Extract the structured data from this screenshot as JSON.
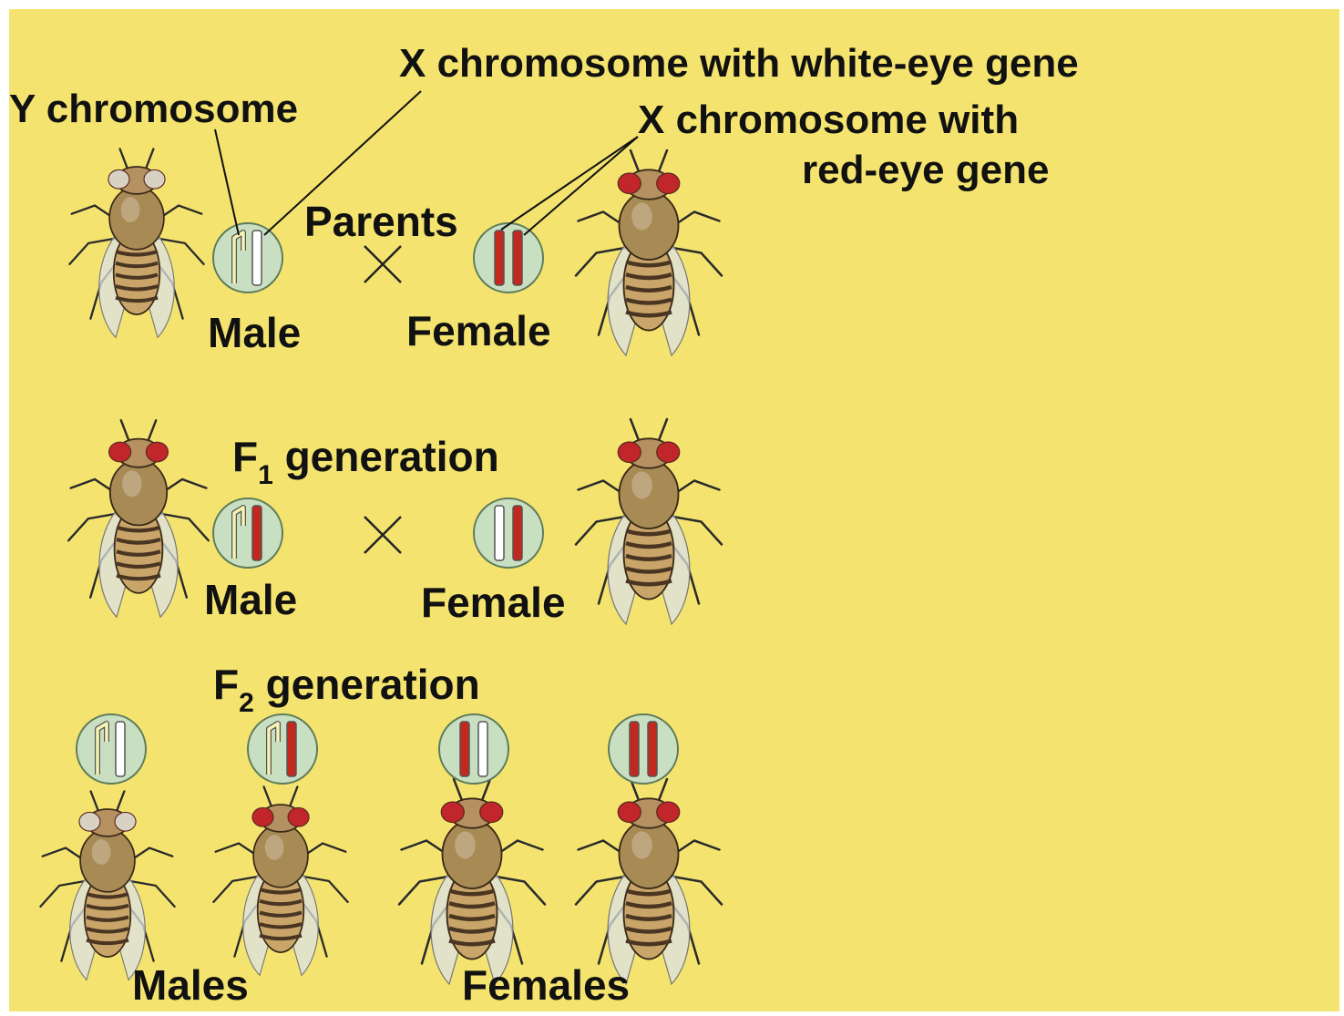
{
  "labels": {
    "y_chromosome": "Y chromosome",
    "x_white": "X chromosome with white-eye gene",
    "x_red_line1": "X chromosome with",
    "x_red_line2": "red-eye gene",
    "parents": "Parents",
    "parent_male": "Male",
    "parent_female": "Female",
    "f1_prefix": "F",
    "f1_sub": "1",
    "f1_suffix": " generation",
    "f1_male": "Male",
    "f1_female": "Female",
    "f2_prefix": "F",
    "f2_sub": "2",
    "f2_suffix": " generation",
    "f2_males": "Males",
    "f2_females": "Females",
    "cross_symbol": "×"
  },
  "colors": {
    "background": "#f4e46f",
    "circle_fill": "#c9dfc2",
    "y_chromosome": "#f7f4b4",
    "x_white": "#ffffff",
    "x_red": "#c3281f",
    "fly_body": "#a88a54",
    "fly_red_eye": "#c0262a",
    "fly_white_eye": "#d8d2c4"
  },
  "flies": {
    "parent_male": {
      "eye": "white"
    },
    "parent_female": {
      "eye": "red"
    },
    "f1_male": {
      "eye": "red"
    },
    "f1_female": {
      "eye": "red"
    },
    "f2_male_1": {
      "eye": "white"
    },
    "f2_male_2": {
      "eye": "red"
    },
    "f2_female_1": {
      "eye": "red"
    },
    "f2_female_2": {
      "eye": "red"
    }
  },
  "genotypes": {
    "parent_male": [
      "Y",
      "X-white"
    ],
    "parent_female": [
      "X-red",
      "X-red"
    ],
    "f1_male": [
      "Y",
      "X-red"
    ],
    "f1_female": [
      "X-white",
      "X-red"
    ],
    "f2_male_1": [
      "Y",
      "X-white"
    ],
    "f2_male_2": [
      "Y",
      "X-red"
    ],
    "f2_female_1": [
      "X-red",
      "X-white"
    ],
    "f2_female_2": [
      "X-red",
      "X-red"
    ]
  }
}
